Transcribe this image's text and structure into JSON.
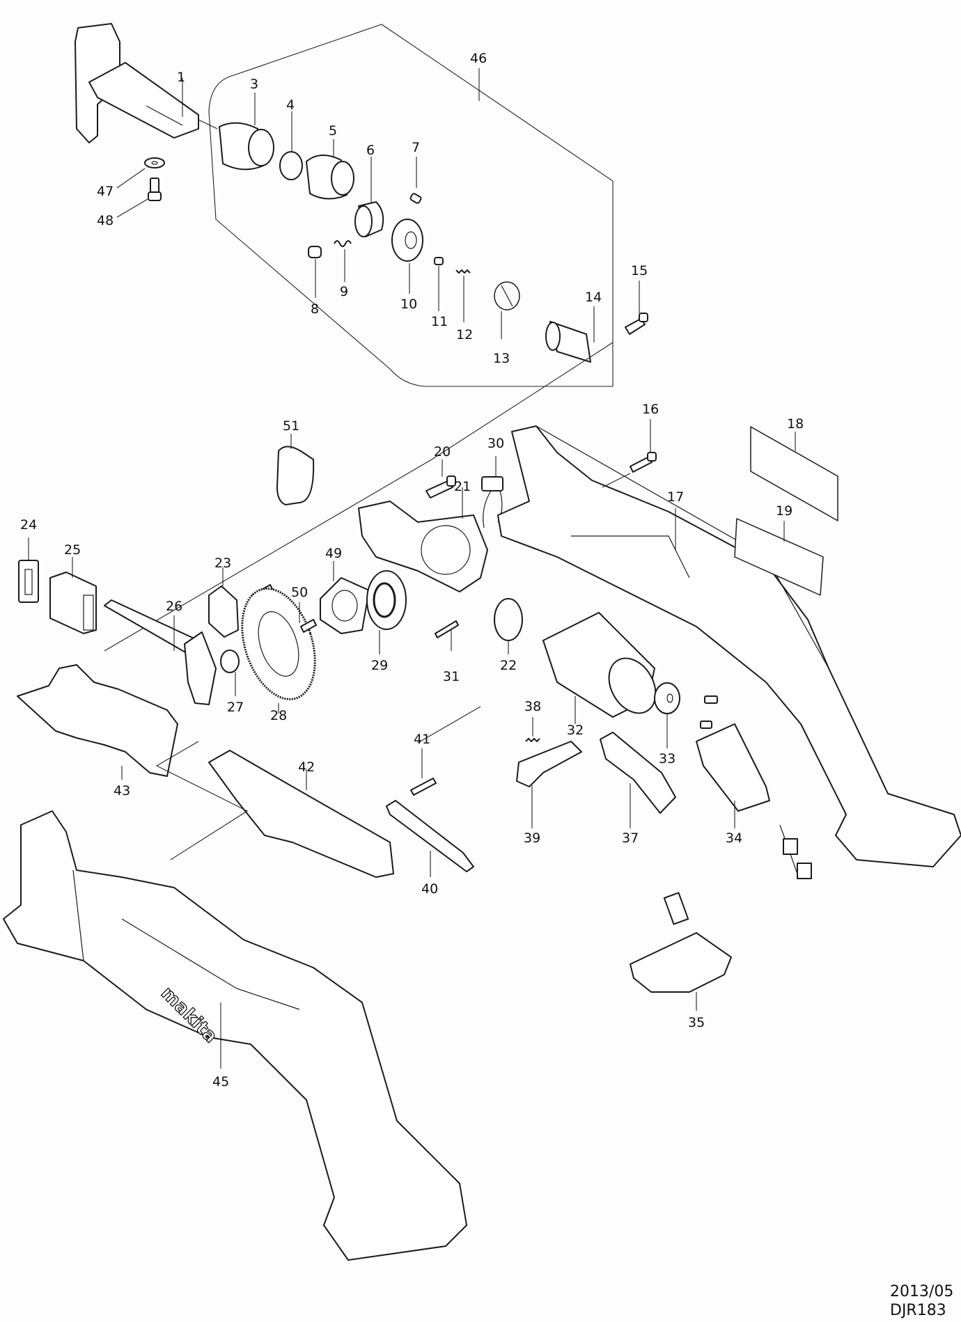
{
  "document": {
    "type": "exploded parts diagram",
    "model": "DJR183",
    "date": "2013/05"
  },
  "part_labels": [
    {
      "no": "1"
    },
    {
      "no": "3"
    },
    {
      "no": "4"
    },
    {
      "no": "5"
    },
    {
      "no": "6"
    },
    {
      "no": "7"
    },
    {
      "no": "8"
    },
    {
      "no": "9"
    },
    {
      "no": "10"
    },
    {
      "no": "11"
    },
    {
      "no": "12"
    },
    {
      "no": "13"
    },
    {
      "no": "14"
    },
    {
      "no": "15"
    },
    {
      "no": "16"
    },
    {
      "no": "17"
    },
    {
      "no": "18"
    },
    {
      "no": "19"
    },
    {
      "no": "20"
    },
    {
      "no": "21"
    },
    {
      "no": "22"
    },
    {
      "no": "23"
    },
    {
      "no": "24"
    },
    {
      "no": "25"
    },
    {
      "no": "26"
    },
    {
      "no": "27"
    },
    {
      "no": "28"
    },
    {
      "no": "29"
    },
    {
      "no": "30"
    },
    {
      "no": "31"
    },
    {
      "no": "32"
    },
    {
      "no": "33"
    },
    {
      "no": "34"
    },
    {
      "no": "35"
    },
    {
      "no": "37"
    },
    {
      "no": "38"
    },
    {
      "no": "39"
    },
    {
      "no": "40"
    },
    {
      "no": "41"
    },
    {
      "no": "42"
    },
    {
      "no": "43"
    },
    {
      "no": "45"
    },
    {
      "no": "46"
    },
    {
      "no": "47"
    },
    {
      "no": "48"
    },
    {
      "no": "49"
    },
    {
      "no": "50"
    },
    {
      "no": "51"
    }
  ],
  "brand_mark": "makita"
}
